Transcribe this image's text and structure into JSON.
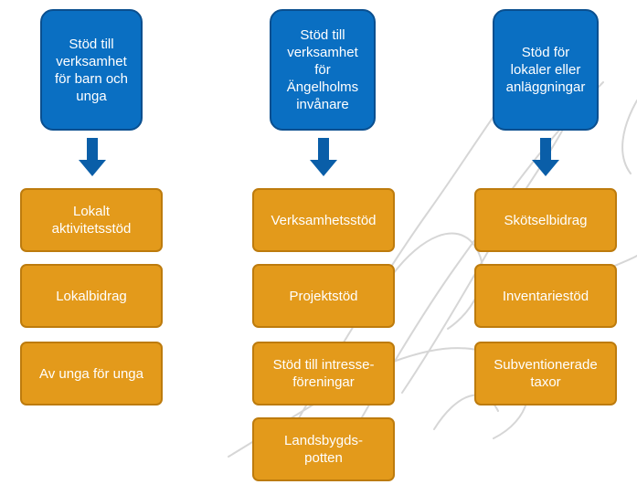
{
  "columns": [
    {
      "header": "Stöd till\nverksamhet\nför barn och\nunga",
      "items": [
        "Lokalt\naktivitetsstöd",
        "Lokalbidrag",
        "Av unga för unga"
      ]
    },
    {
      "header": "Stöd till\nverksamhet\nför\nÄngelholms\ninvånare",
      "items": [
        "Verksamhetsstöd",
        "Projektstöd",
        "Stöd till intresse-\nföreningar",
        "Landsbygds-\npotten"
      ]
    },
    {
      "header": "Stöd för\nlokaler eller\nanläggningar",
      "items": [
        "Skötselbidrag",
        "Inventariestöd",
        "Subventionerade\ntaxor"
      ]
    }
  ],
  "colors": {
    "header_fill": "#0a6fc2",
    "item_fill": "#e39a1b",
    "arrow_fill": "#0a5ea8",
    "background_art": "#d6d6d6"
  }
}
